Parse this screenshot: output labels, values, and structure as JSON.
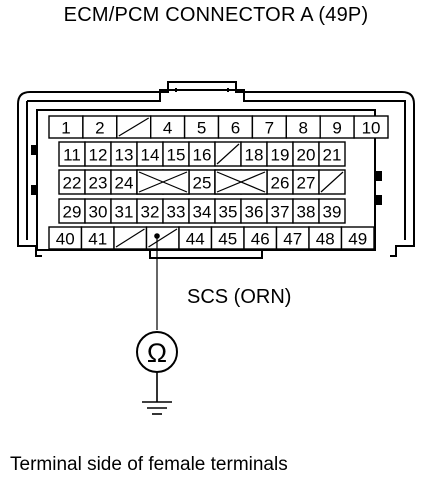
{
  "title": "ECM/PCM CONNECTOR A (49P)",
  "caption": "Terminal side of female terminals",
  "probe_label": "SCS (ORN)",
  "meter_symbol": "Ω",
  "rows": [
    [
      "1",
      "2",
      "",
      "4",
      "5",
      "6",
      "7",
      "8",
      "9",
      "10"
    ],
    [
      "11",
      "12",
      "13",
      "14",
      "15",
      "16",
      "",
      "18",
      "19",
      "20",
      "21"
    ],
    [
      "22",
      "23",
      "24",
      "",
      "",
      "25",
      "",
      "",
      "26",
      "27",
      ""
    ],
    [
      "29",
      "30",
      "31",
      "32",
      "33",
      "34",
      "35",
      "36",
      "37",
      "38",
      "39"
    ],
    [
      "40",
      "41",
      "",
      "",
      "44",
      "45",
      "46",
      "47",
      "48",
      "49"
    ]
  ],
  "icons": [
    "ohmmeter-icon",
    "ground-icon"
  ]
}
